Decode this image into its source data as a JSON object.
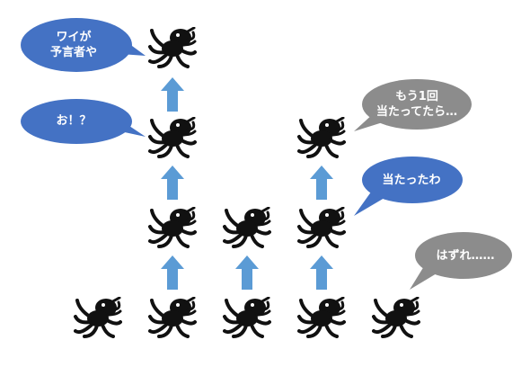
{
  "colors": {
    "blue_bubble": "#4472c4",
    "gray_bubble": "#8c8c8c",
    "arrow": "#5b9bd5",
    "octopus": "#111111"
  },
  "icons": {
    "octopus": "octopus-icon",
    "arrow": "arrow-up-icon"
  },
  "bubbles": {
    "prophet_line1": "ワイが",
    "prophet_line2": "予言者や",
    "surprise": "お！？",
    "hit": "当たったわ",
    "hope_line1": "もう1回",
    "hope_line2": "当たってたら…",
    "miss": "はずれ……"
  }
}
